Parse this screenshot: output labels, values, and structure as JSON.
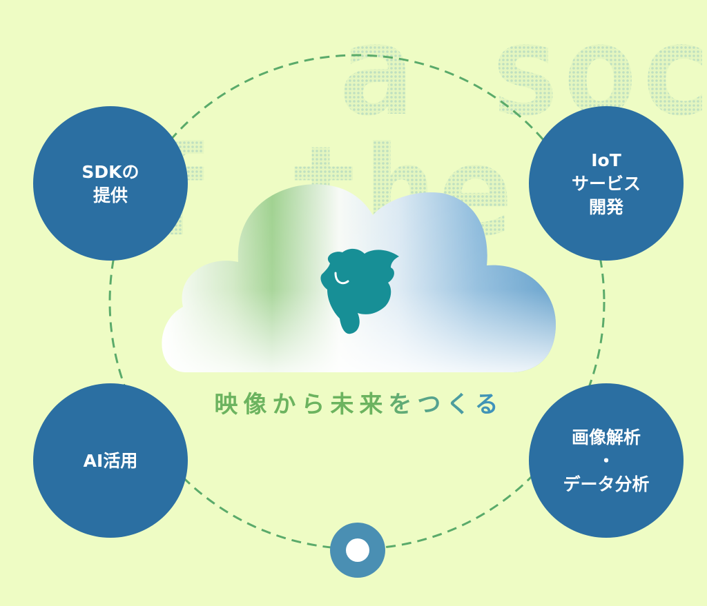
{
  "background_text": {
    "line1": "a soc",
    "line2": "f the d"
  },
  "tagline": "映像から未来をつくる",
  "services": [
    {
      "id": "sdk",
      "lines": [
        "SDKの",
        "提供"
      ]
    },
    {
      "id": "iot",
      "lines": [
        "IoT",
        "サービス",
        "開発"
      ]
    },
    {
      "id": "ai",
      "lines": [
        "AI活用"
      ]
    },
    {
      "id": "image-analysis",
      "lines": [
        "画像解析",
        "・",
        "データ分析"
      ]
    }
  ],
  "colors": {
    "background": "#eefcc4",
    "node": "#2b6fa2",
    "ring": "#5aaa6a",
    "mascot": "#178f96",
    "bottom_dot": "#4a8fb3",
    "tagline_green": "#6cb35f",
    "tagline_blue": "#3a8fc4"
  },
  "icons": {
    "mascot": "owl-bird-icon",
    "bottom_marker": "ring-dot-icon"
  }
}
